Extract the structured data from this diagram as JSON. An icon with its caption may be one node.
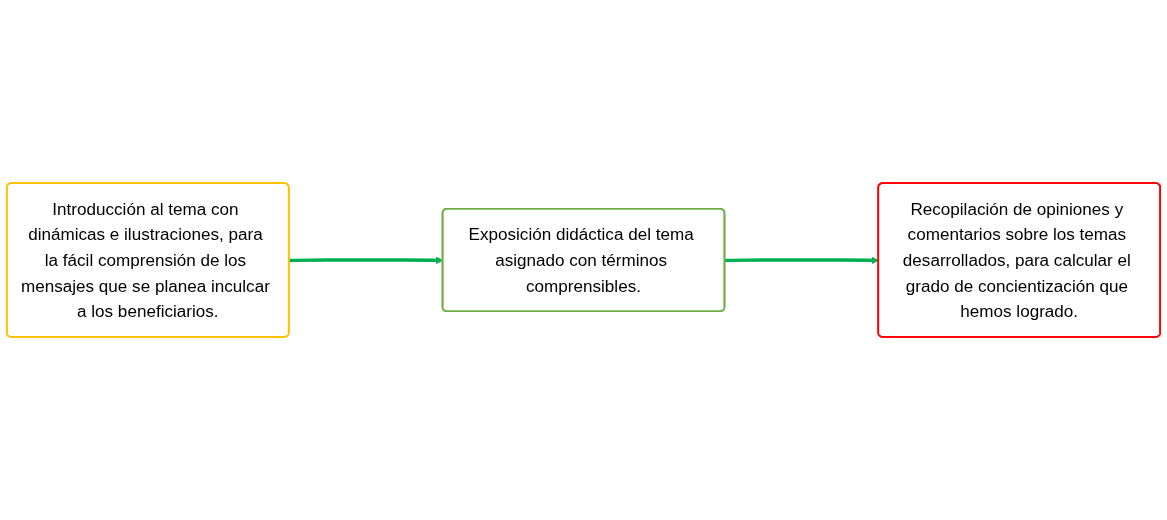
{
  "diagram": {
    "nodes": [
      {
        "text": [
          "Introducción al tema con dinámicas e ilustraciones, para la fácil comprensión de los mensajes que se planea inculcar a los beneficiarios."
        ]
      },
      {
        "text": [
          "Exposición didáctica del tema asignado con términos comprensibles."
        ]
      },
      {
        "text": [
          "Recopilación de opiniones y comentarios sobre los temas desarrollados, para calcular el grado de concientización que hemos logrado."
        ]
      }
    ],
    "edges": [
      {
        "from": 0,
        "to": 1,
        "arrow": "to",
        "color": "#00b050"
      },
      {
        "from": 1,
        "to": 2,
        "arrow": "to",
        "color": "#00b050"
      }
    ]
  }
}
